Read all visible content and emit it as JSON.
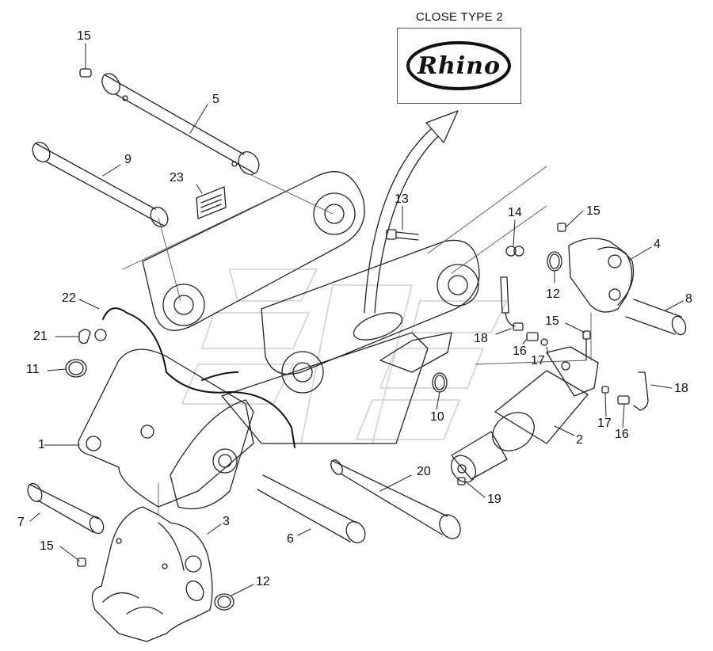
{
  "inset": {
    "title": "CLOSE TYPE 2",
    "logo_text": "Rhino"
  },
  "callouts": [
    {
      "id": "c15a",
      "label": "15"
    },
    {
      "id": "c5",
      "label": "5"
    },
    {
      "id": "c9",
      "label": "9"
    },
    {
      "id": "c23",
      "label": "23"
    },
    {
      "id": "c13",
      "label": "13"
    },
    {
      "id": "c14",
      "label": "14"
    },
    {
      "id": "c15b",
      "label": "15"
    },
    {
      "id": "c4",
      "label": "4"
    },
    {
      "id": "c12a",
      "label": "12"
    },
    {
      "id": "c8",
      "label": "8"
    },
    {
      "id": "c22",
      "label": "22"
    },
    {
      "id": "c21",
      "label": "21"
    },
    {
      "id": "c11",
      "label": "11"
    },
    {
      "id": "c18a",
      "label": "18"
    },
    {
      "id": "c15c",
      "label": "15"
    },
    {
      "id": "c16a",
      "label": "16"
    },
    {
      "id": "c17a",
      "label": "17"
    },
    {
      "id": "c18b",
      "label": "18"
    },
    {
      "id": "c10",
      "label": "10"
    },
    {
      "id": "c1",
      "label": "1"
    },
    {
      "id": "c17b",
      "label": "17"
    },
    {
      "id": "c16b",
      "label": "16"
    },
    {
      "id": "c2",
      "label": "2"
    },
    {
      "id": "c20",
      "label": "20"
    },
    {
      "id": "c19",
      "label": "19"
    },
    {
      "id": "c7",
      "label": "7"
    },
    {
      "id": "c3",
      "label": "3"
    },
    {
      "id": "c6",
      "label": "6"
    },
    {
      "id": "c15d",
      "label": "15"
    },
    {
      "id": "c12b",
      "label": "12"
    }
  ]
}
